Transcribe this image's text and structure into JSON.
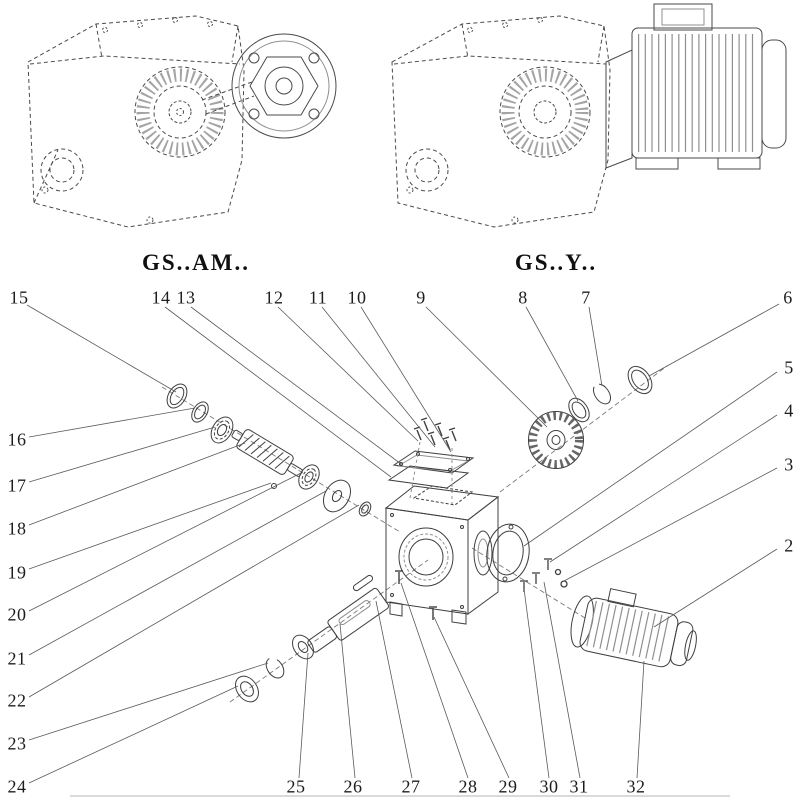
{
  "page": {
    "background": "#ffffff",
    "line_color": "#3f3f3f",
    "leader_color": "#555555"
  },
  "models": {
    "left_label": "GS..AM..",
    "right_label": "GS..Y.."
  },
  "callouts": {
    "top": [
      "15",
      "14",
      "13",
      "12",
      "11",
      "10",
      "9",
      "8",
      "7",
      "6"
    ],
    "left": [
      "16",
      "17",
      "18",
      "19",
      "20",
      "21",
      "22",
      "23",
      "24"
    ],
    "right": [
      "5",
      "4",
      "3",
      "2"
    ],
    "bottom": [
      "25",
      "26",
      "27",
      "28",
      "29",
      "30",
      "31",
      "32"
    ]
  }
}
